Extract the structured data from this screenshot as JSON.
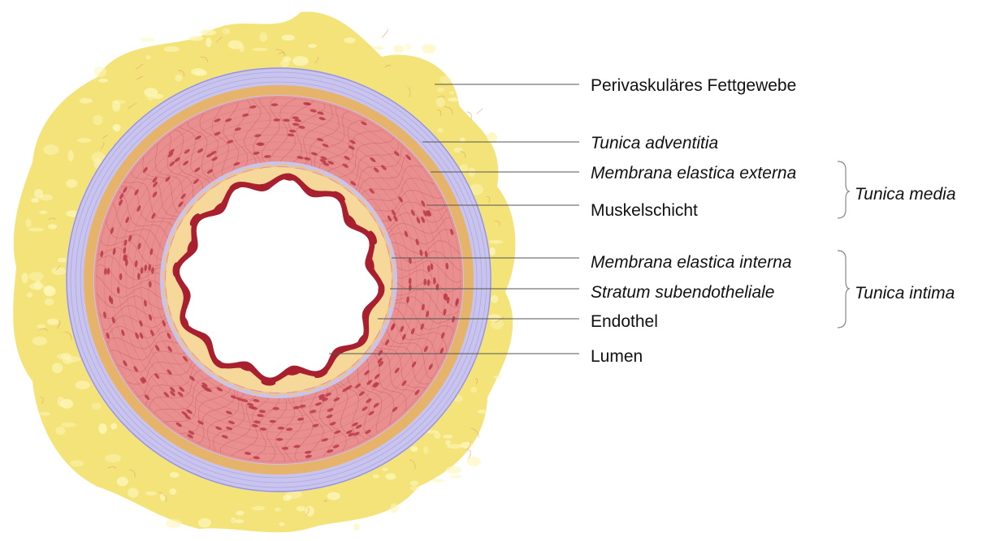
{
  "diagram": {
    "labels": {
      "perivascular_fat": "Perivaskuläres Fettgewebe",
      "adventitia": "Tunica adventitia",
      "elastica_externa": "Membrana elastica externa",
      "muscle_layer": "Muskelschicht",
      "elastica_interna": "Membrana elastica interna",
      "subendothelial": "Stratum subendotheliale",
      "endothelium": "Endothel",
      "lumen": "Lumen"
    },
    "groups": {
      "media": "Tunica media",
      "intima": "Tunica intima"
    }
  },
  "colors": {
    "fat": "#f3e379",
    "fat_highlight": "#fdf6b8",
    "fat_vessel": "#e3a070",
    "adventitia": "#c9c4ee",
    "adventitia_line": "#9a94d8",
    "media": "#e98f90",
    "media_line": "#c9585f",
    "media_nucleus": "#b93a4a",
    "elastic_yellow": "#f3c27b",
    "elastica_externa": "#e6b36a",
    "intima": "#f5d89a",
    "endothelium": "#a8202f",
    "lumen": "#ffffff"
  }
}
